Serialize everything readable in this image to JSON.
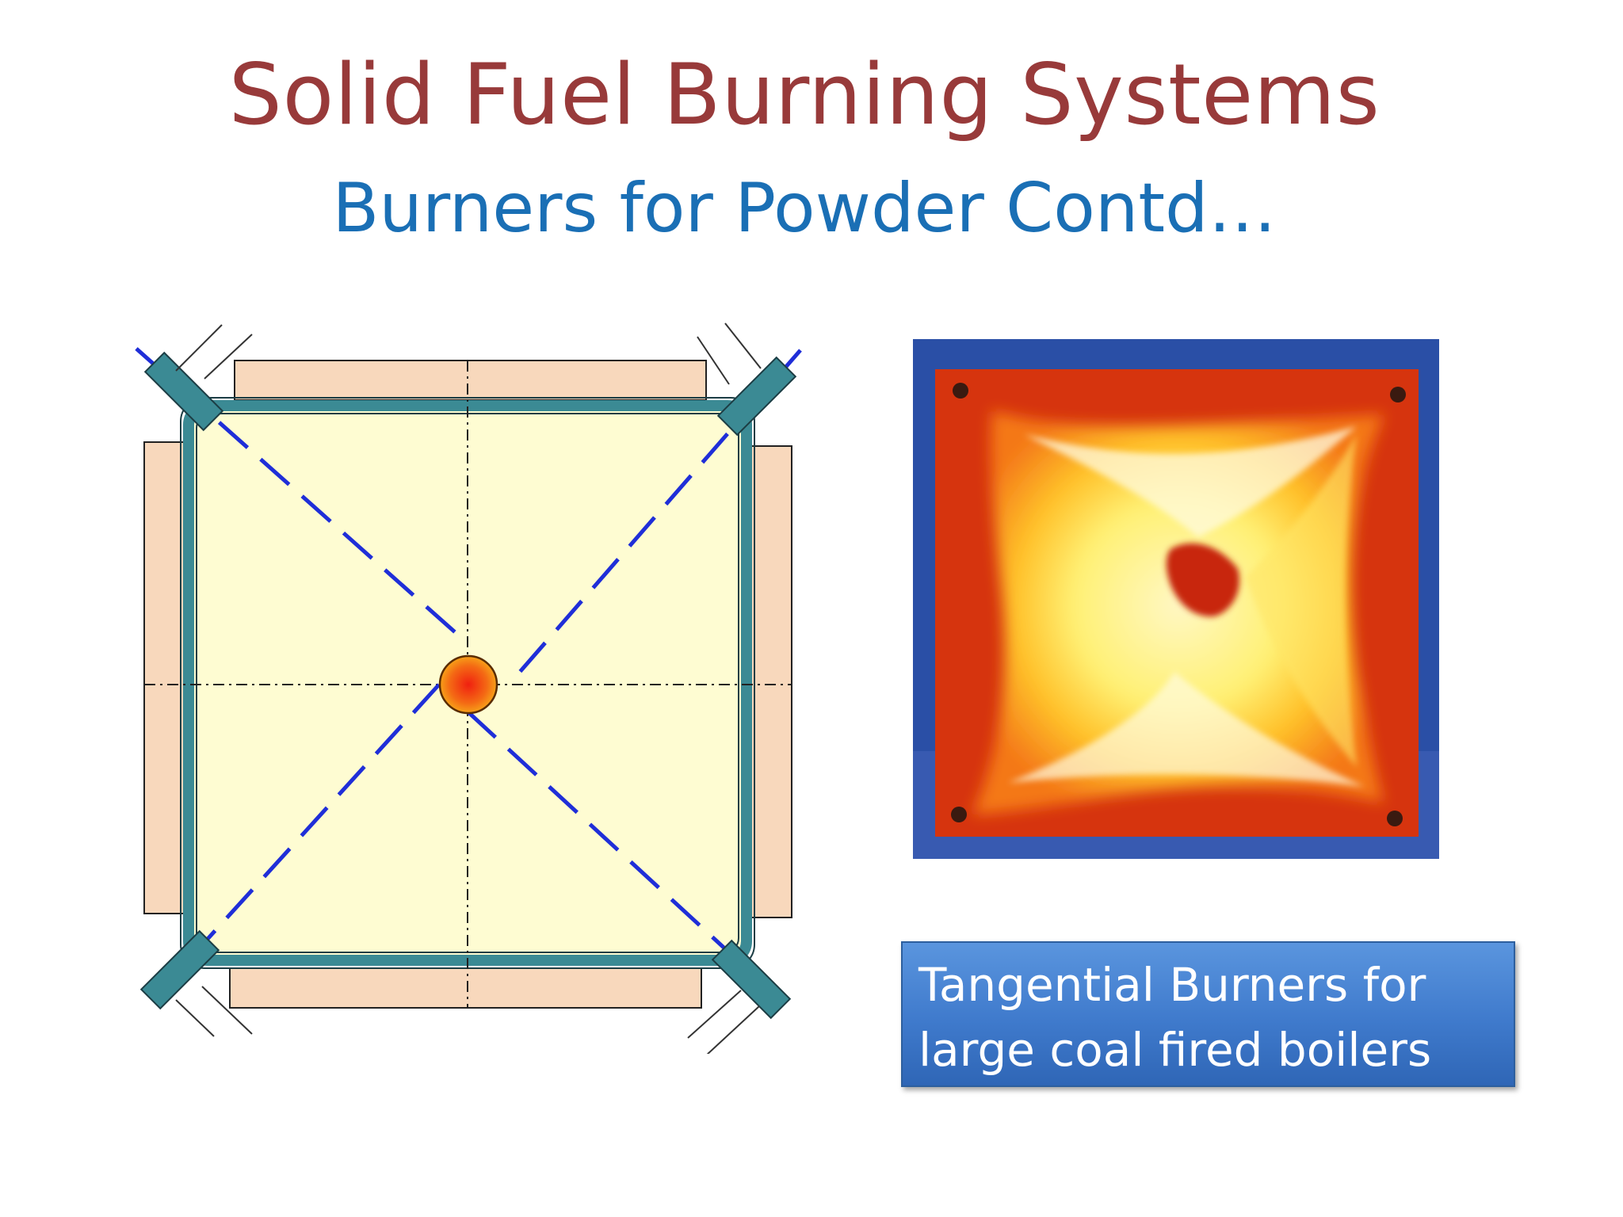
{
  "slide": {
    "title": "Solid Fuel Burning Systems",
    "subtitle": "Burners for Powder Contd…",
    "caption": {
      "line1": "Tangential Burners for",
      "line2": "large coal fired boilers"
    }
  },
  "colors": {
    "title": "#983a3a",
    "subtitle": "#1a6fb5",
    "furnace_fill": "#fefcd2",
    "furnace_wall": "#3b8a94",
    "duct_fill": "#f8d8bc",
    "jet_line": "#1f2ed8",
    "fireball": "#f04a12",
    "caption_box": "#4a86d4"
  },
  "icons": {
    "flame_photo": "furnace-fireball-photo",
    "fireball": "fireball-icon"
  }
}
